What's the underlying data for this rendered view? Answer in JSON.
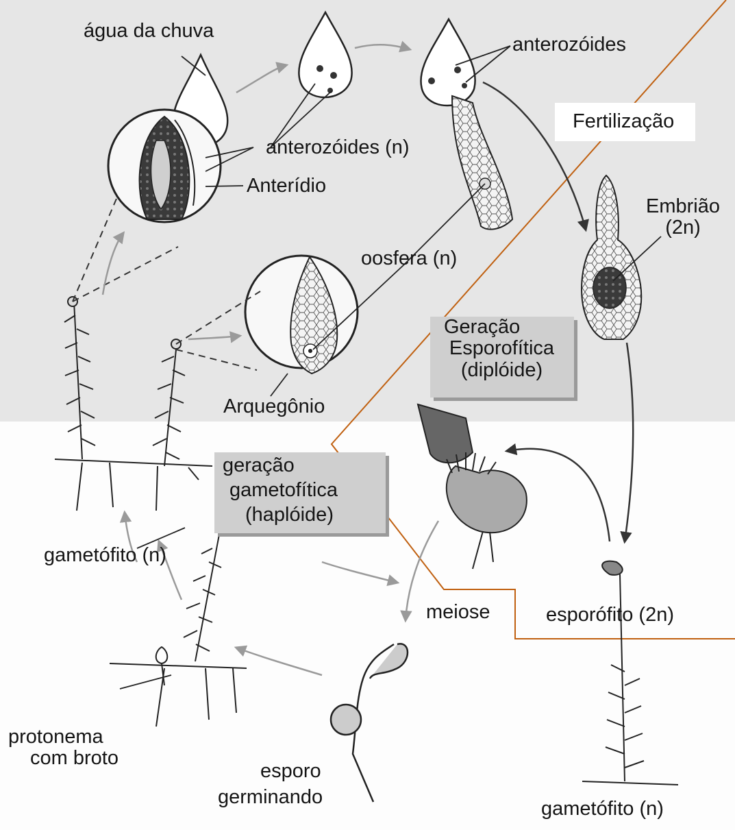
{
  "diagram": {
    "labels": {
      "agua_da_chuva": "água da chuva",
      "anterozoides_top": "anterozóides",
      "fertilizacao": "Fertilização",
      "anterozoides_n": "anterozóides (n)",
      "anteridio": "Anterídio",
      "embriao": "Embrião",
      "embriao_ploidy": "(2n)",
      "oosfera": "oosfera (n)",
      "geracao_esporofitica_1": "Geração",
      "geracao_esporofitica_2": "Esporofítica",
      "geracao_esporofitica_3": "(diplóide)",
      "arquegonio": "Arquegônio",
      "geracao_gametofitica_1": "geração",
      "geracao_gametofitica_2": "gametofítica",
      "geracao_gametofitica_3": "(haplóide)",
      "gametofito_left": "gametófito (n)",
      "meiose": "meiose",
      "esporofito": "esporófito (2n)",
      "protonema_1": "protonema",
      "protonema_2": "com broto",
      "esporo_1": "esporo",
      "esporo_2": "germinando",
      "gametofito_bottom": "gametófito (n)"
    },
    "colors": {
      "upper_background": "#e6e6e6",
      "box_fill": "#cfcfcf",
      "diploid_boundary": "#c06010",
      "ink": "#141414"
    }
  }
}
